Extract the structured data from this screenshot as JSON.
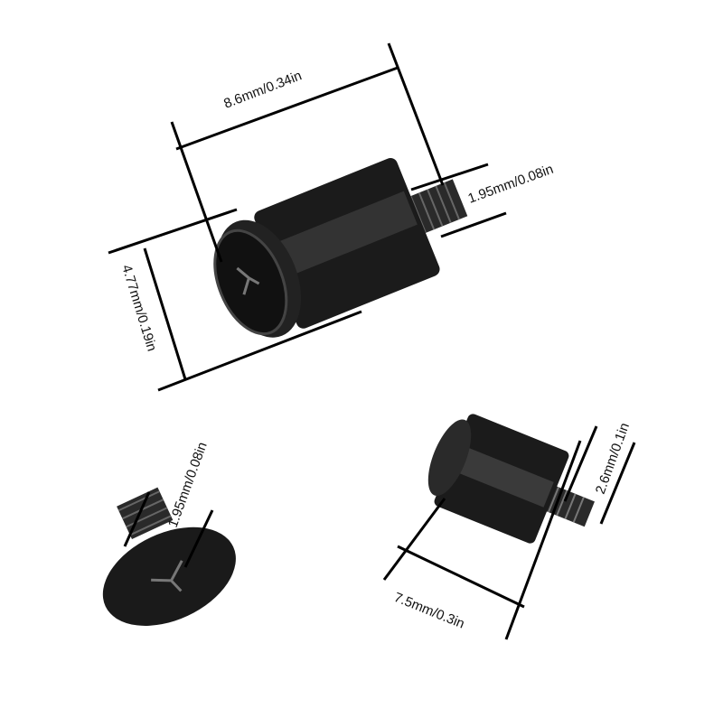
{
  "title": "Standoff screw dimensions",
  "colors": {
    "part": "#1a1a1a",
    "part_highlight": "#4a4a4a",
    "line": "#000000",
    "background": "#ffffff"
  },
  "standoff_large": {
    "length_label": "8.6mm/0.34in",
    "thread_label": "1.95mm/0.08in",
    "head_label": "4.77mm/0.19in"
  },
  "screw_small": {
    "thread_label": "1.95mm/0.08in"
  },
  "standoff_small": {
    "thread_label": "2.6mm/0.1in",
    "length_label": "7.5mm/0.3in"
  }
}
